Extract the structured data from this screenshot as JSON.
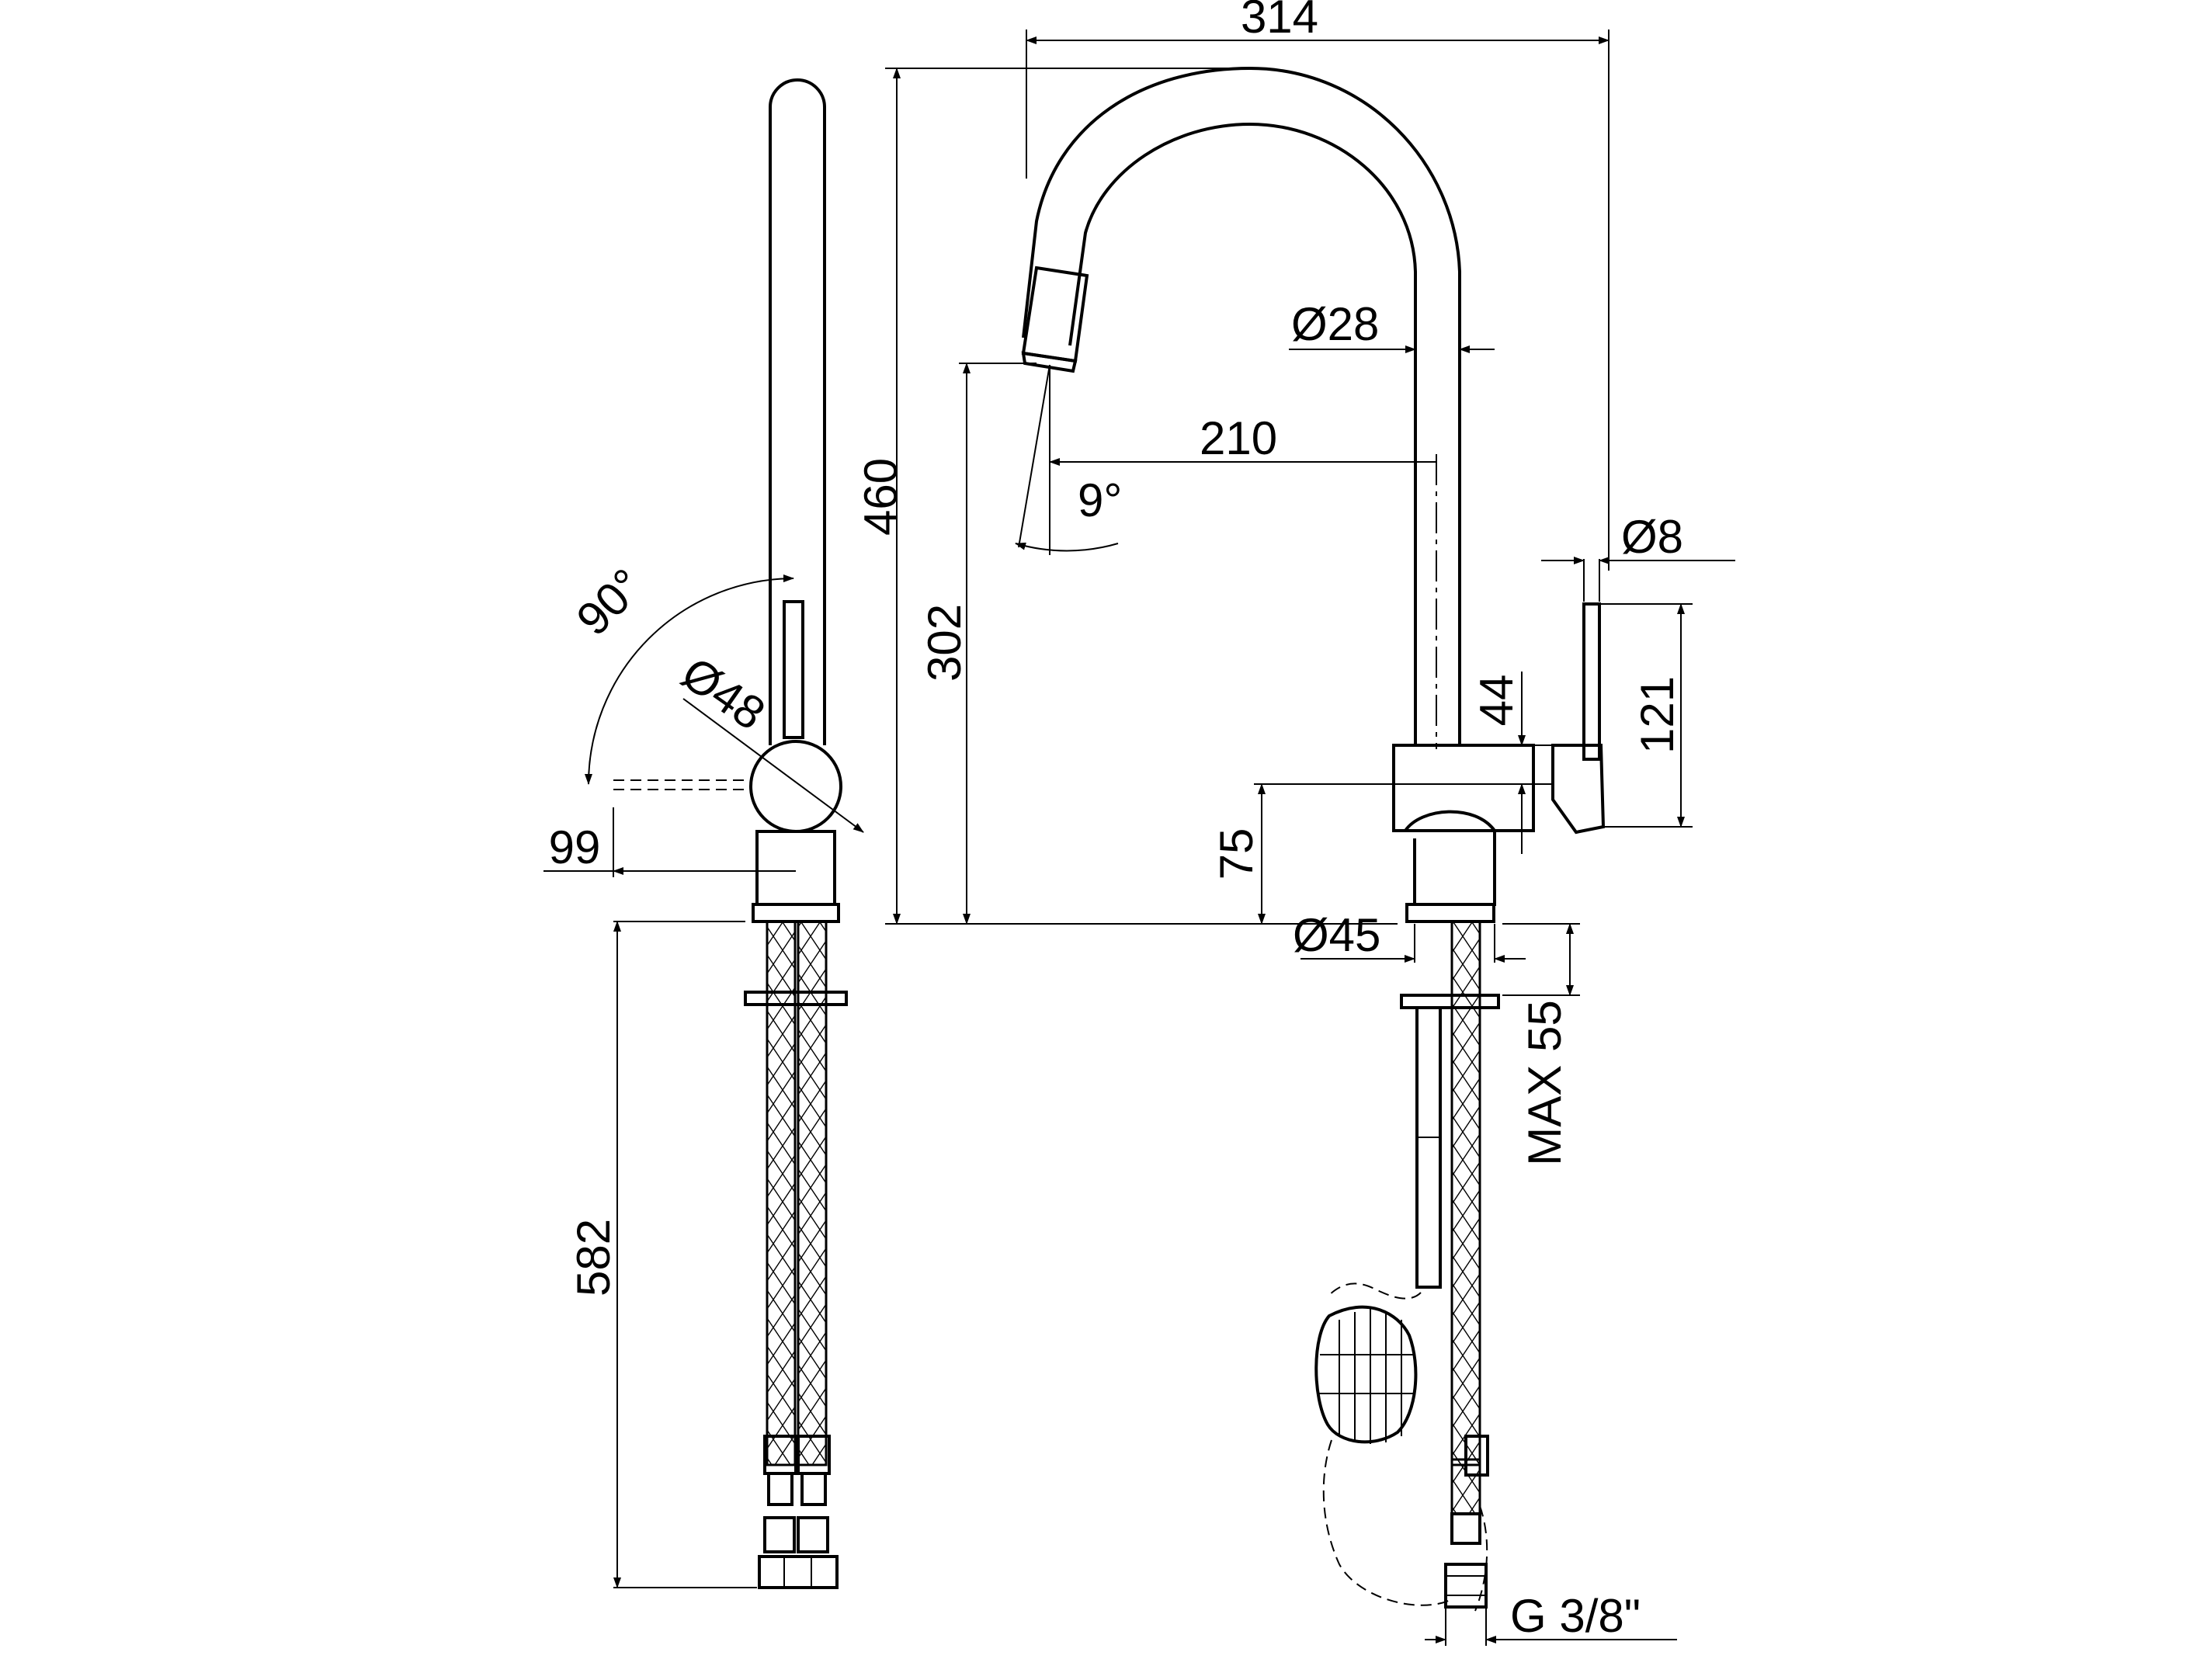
{
  "dimensions": {
    "width_314": "314",
    "height_460": "460",
    "dia_28": "Ø28",
    "reach_210": "210",
    "angle_9": "9°",
    "dia_8": "Ø8",
    "height_302": "302",
    "lever_121": "121",
    "lever_44": "44",
    "base_75": "75",
    "dia_45": "Ø45",
    "max_55": "MAX  55",
    "thread": "G  3/8\"",
    "angle_90": "90°",
    "dia_48": "Ø48",
    "offset_99": "99",
    "hose_582": "582"
  }
}
